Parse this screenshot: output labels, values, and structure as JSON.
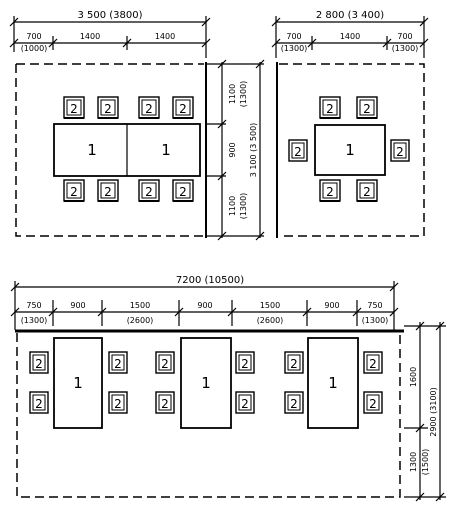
{
  "layout_a": {
    "width_label": "3 500 (3800)",
    "seg1_top": "700",
    "seg1_bottom": "(1000)",
    "seg2": "1400",
    "seg3": "1400",
    "height_total": "3 100 (3 500)",
    "height_top": "1100",
    "height_top_alt": "(1300)",
    "height_mid": "900",
    "height_bottom": "1100",
    "height_bottom_alt": "(1300)",
    "table_number": "1",
    "chair_number": "2"
  },
  "layout_b": {
    "width_label": "2 800 (3 400)",
    "seg1_top": "700",
    "seg1_bottom": "(1300)",
    "seg2": "1400",
    "seg3_top": "700",
    "seg3_bottom": "(1300)",
    "table_number": "1",
    "chair_number": "2"
  },
  "layout_c": {
    "width_label": "7200 (10500)",
    "segs_top": [
      "750",
      "900",
      "1500",
      "900",
      "1500",
      "900",
      "750"
    ],
    "segs_bottom": [
      "(1300)",
      "(2600)",
      "(2600)",
      "(1300)"
    ],
    "height_total": "2900 (3100)",
    "height_top": "1600",
    "height_bottom": "1300",
    "height_bottom_alt": "(1500)",
    "table_number": "1",
    "chair_number": "2"
  }
}
